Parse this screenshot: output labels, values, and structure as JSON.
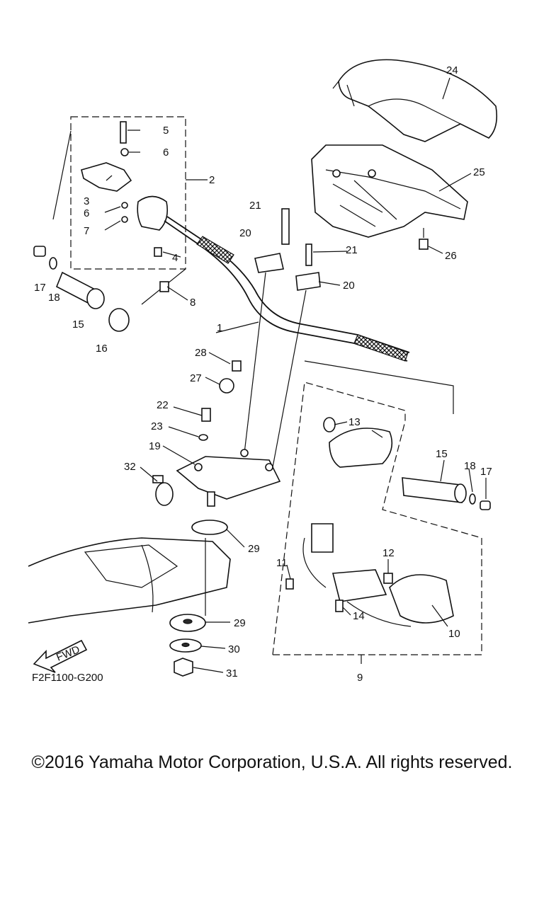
{
  "diagram": {
    "drawing_code": "F2F1100-G200",
    "fwd_label": "FWD",
    "callouts": [
      "1",
      "2",
      "3",
      "4",
      "5",
      "6",
      "6",
      "7",
      "8",
      "9",
      "10",
      "11",
      "12",
      "13",
      "14",
      "15",
      "15",
      "16",
      "17",
      "17",
      "18",
      "18",
      "19",
      "20",
      "20",
      "21",
      "21",
      "22",
      "23",
      "24",
      "25",
      "26",
      "27",
      "28",
      "29",
      "29",
      "30",
      "31",
      "32"
    ]
  },
  "footer": {
    "copyright": "©2016 Yamaha Motor Corporation, U.S.A. All rights reserved."
  }
}
